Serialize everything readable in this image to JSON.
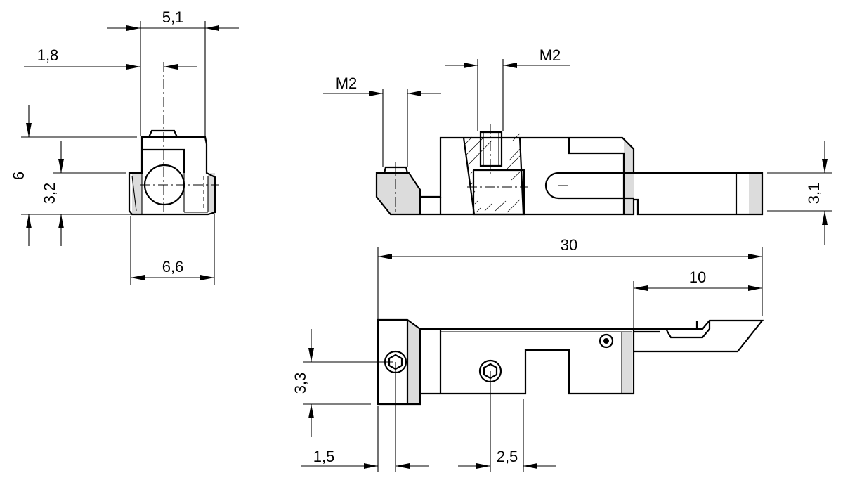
{
  "dimensions": {
    "side_width_top": "5,1",
    "side_offset": "1,8",
    "side_height": "6",
    "side_axis_height": "3,2",
    "side_width_bottom": "6,6",
    "thread_left": "M2",
    "thread_top": "M2",
    "front_right_height": "3,1",
    "total_length": "30",
    "jaw_length": "10",
    "screw_height": "3,3",
    "screw_offset_left": "1,5",
    "screw_offset_mid": "2,5"
  },
  "colors": {
    "line": "#000000",
    "background": "#ffffff",
    "shade": "#dcdcdc"
  }
}
